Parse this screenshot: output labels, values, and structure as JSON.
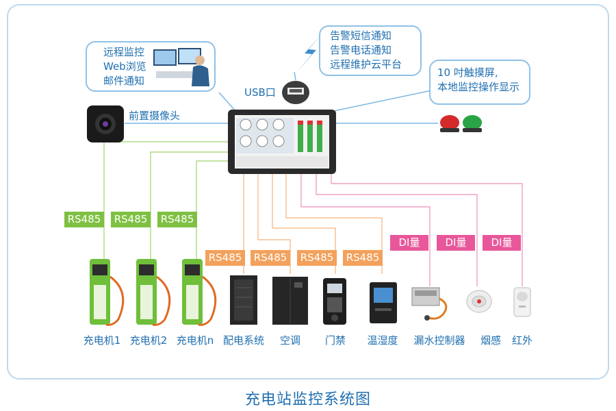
{
  "remote_box": {
    "lines": [
      "远程监控",
      "Web浏览",
      "邮件通知"
    ]
  },
  "alarm_box": {
    "lines": [
      "告警短信通知",
      "告警电话通知",
      "远程维护云平台"
    ]
  },
  "screen_box": {
    "lines": [
      "10 吋触摸屏,",
      "本地监控操作显示"
    ]
  },
  "usb_label": "USB口",
  "camera_label": "前置摄像头",
  "rs485_green": [
    "RS485",
    "RS485",
    "RS485"
  ],
  "rs485_orange": [
    "RS485",
    "RS485",
    "RS485",
    "RS485"
  ],
  "di_tags": [
    "DI量",
    "DI量",
    "DI量"
  ],
  "devices": [
    "充电机1",
    "充电机2",
    "充电机n",
    "配电系统",
    "空调",
    "门禁",
    "温湿度",
    "漏水控制器",
    "烟感",
    "红外"
  ],
  "caption": "充电站监控系统图",
  "colors": {
    "green_line": "#9fd16b",
    "orange_line": "#f5b27a",
    "pink_line": "#ef8fbb",
    "blue_line": "#7ab7e3"
  }
}
